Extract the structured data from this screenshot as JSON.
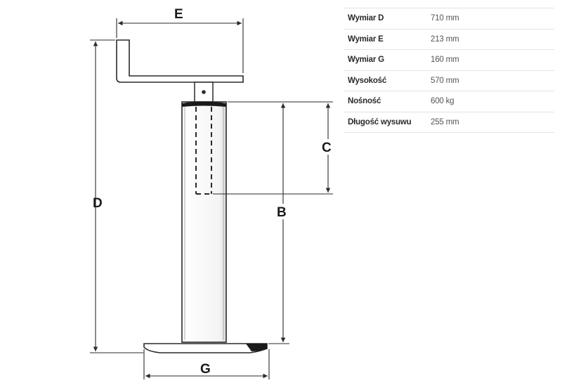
{
  "diagram": {
    "labels": {
      "e": "E",
      "d": "D",
      "c": "C",
      "b": "B",
      "g": "G"
    }
  },
  "specs": {
    "rows": [
      {
        "label": "Wymiar D",
        "value": "710 mm"
      },
      {
        "label": "Wymiar E",
        "value": "213 mm"
      },
      {
        "label": "Wymiar G",
        "value": "160 mm"
      },
      {
        "label": "Wysokość",
        "value": "570 mm"
      },
      {
        "label": "Nośność",
        "value": "600 kg"
      },
      {
        "label": "Długość wysuwu",
        "value": "255 mm"
      }
    ]
  }
}
